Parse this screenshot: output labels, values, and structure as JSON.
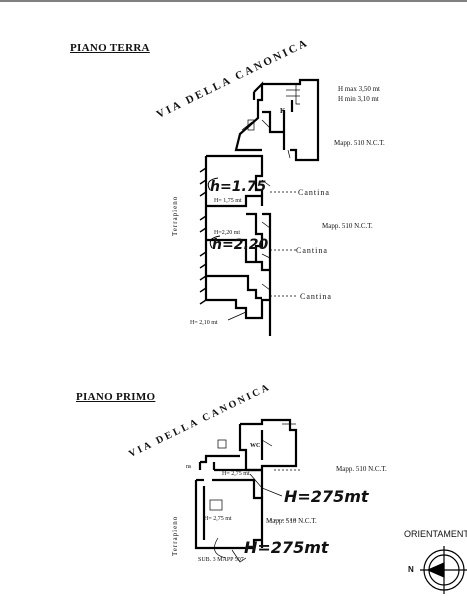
{
  "ground_floor": {
    "title": "PIANO TERRA",
    "street": "VIA DELLA CANONICA",
    "height_max": "H max 3,50 mt",
    "height_min": "H min 3,10 mt",
    "room_k": "K",
    "mapp_top": "Mapp. 510 N.C.T.",
    "mapp_mid": "Mapp. 510 N.C.T.",
    "terrapieno": "Terrapieno",
    "cantina_1": "Cantina",
    "cantina_2": "Cantina",
    "cantina_3": "Cantina",
    "hand_h1": "h=1.75",
    "hand_h2": "h=2.20",
    "print_h1": "H= 1,75 mt",
    "print_h2": "H=2,20 mt",
    "print_h3": "H= 2,10 mt"
  },
  "first_floor": {
    "title": "PIANO PRIMO",
    "street": "VIA DELLA CANONICA",
    "wc": "WC",
    "ns": "ns",
    "print_h1": "H= 2,75 mt",
    "print_h2": "H= 2,75 mt",
    "mapp_1": "Mapp. 510 N.C.T.",
    "mapp_2": "Mapp. 510 N.C.T.",
    "terrapieno": "Terrapieno",
    "sub": "SUB. 3 MAPP 507",
    "hand_h1": "H=275mt",
    "hand_h2": "H=275mt"
  },
  "orientation": {
    "label": "ORIENTAMENT",
    "north": "N"
  }
}
